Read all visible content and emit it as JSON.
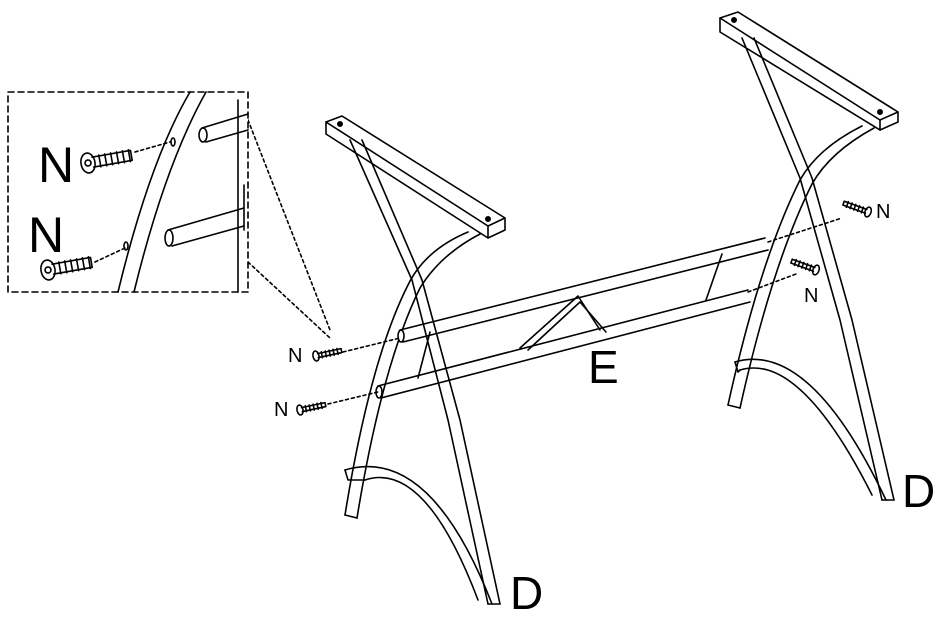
{
  "labels": {
    "frame_side": "D",
    "crossbar": "E",
    "screw": "N"
  },
  "colors": {
    "line": "#000000",
    "background": "#ffffff"
  }
}
